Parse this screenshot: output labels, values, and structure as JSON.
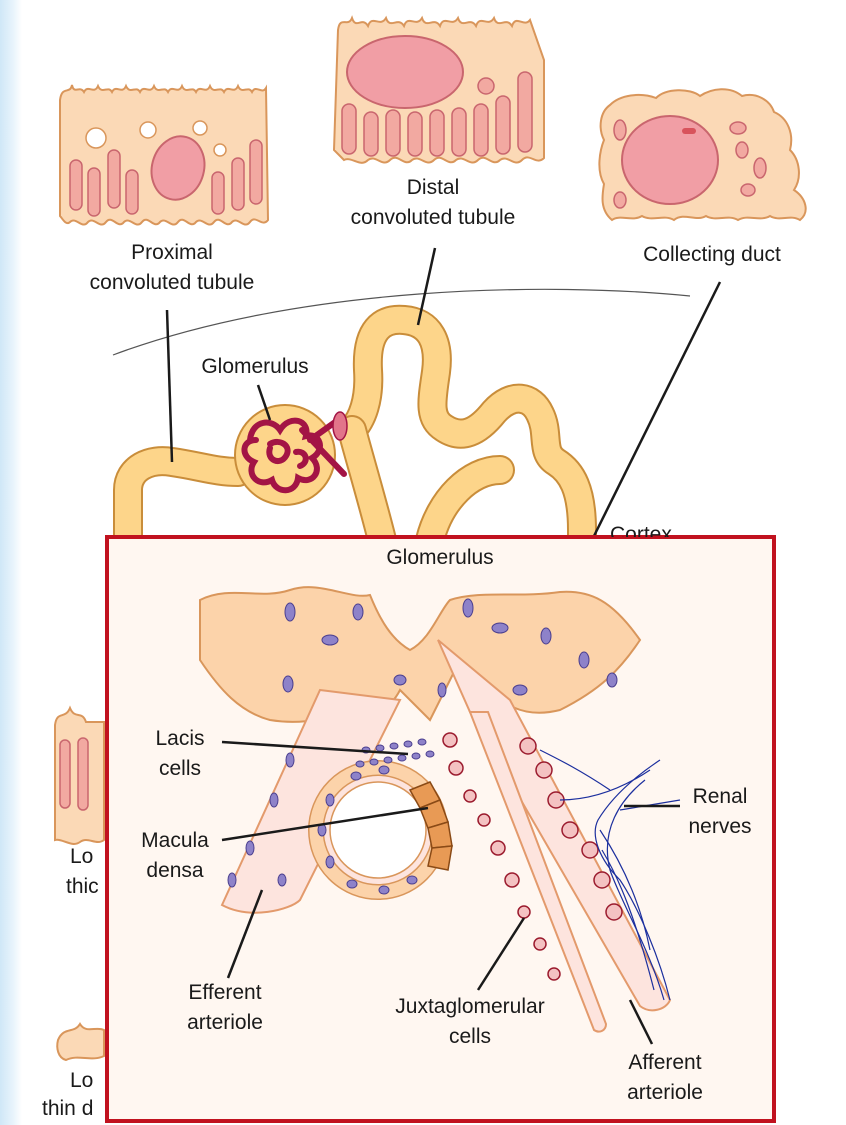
{
  "colors": {
    "cell_fill": "#fbd9b6",
    "cell_outline": "#d9965b",
    "nucleus": "#f19ea5",
    "mitochondria": "#f2a9a1",
    "tubule": "#fdd58a",
    "glomerulus": "#a31445",
    "inset_border": "#c1121f",
    "inset_bg": "#fff7f1",
    "arteriole": "#fde4de",
    "nerve": "#1c2f9e",
    "cell_nucleus_blue": "#8e82c9",
    "leftbar": "#d7ecf9"
  },
  "top_labels": {
    "proximal": [
      "Proximal",
      "convoluted tubule"
    ],
    "distal": [
      "Distal",
      "convoluted tubule"
    ],
    "collecting": "Collecting duct",
    "glomerulus": "Glomerulus",
    "cortex": "Cortex"
  },
  "side_labels": {
    "loop_thick_1": "Lo",
    "loop_thick_2": "thic",
    "loop_thin_1": "Lo",
    "loop_thin_2": "thin d"
  },
  "inset": {
    "title": "Glomerulus",
    "lacis": [
      "Lacis",
      "cells"
    ],
    "macula": [
      "Macula",
      "densa"
    ],
    "renal": [
      "Renal",
      "nerves"
    ],
    "efferent": [
      "Efferent",
      "arteriole"
    ],
    "juxta": [
      "Juxtaglomerular",
      "cells"
    ],
    "afferent": [
      "Afferent",
      "arteriole"
    ]
  }
}
